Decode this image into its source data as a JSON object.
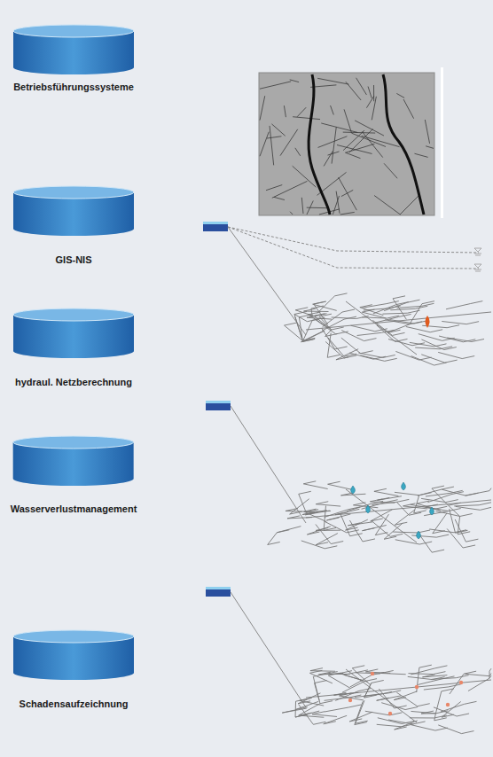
{
  "diagram": {
    "nodes": [
      {
        "text": [
          "Betriebsführungssysteme"
        ]
      },
      {
        "text": [
          "GIS-NIS"
        ]
      },
      {
        "text": [
          "hydraul. Netzberechnung"
        ]
      },
      {
        "text": [
          "Wasserverlustmanagement"
        ]
      },
      {
        "text": [
          "Schadensaufzeichnung"
        ]
      }
    ]
  }
}
